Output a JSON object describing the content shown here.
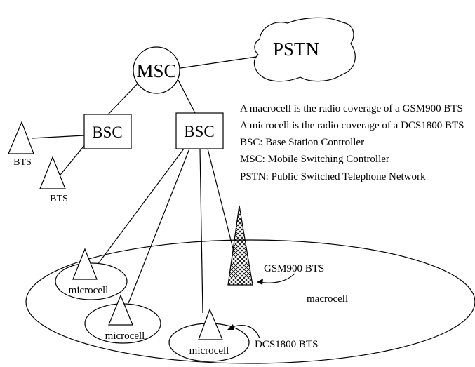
{
  "nodes": {
    "msc": "MSC",
    "pstn": "PSTN",
    "bsc_left": "BSC",
    "bsc_right": "BSC",
    "bts_1": "BTS",
    "bts_2": "BTS",
    "microcell_1": "microcell",
    "microcell_2": "microcell",
    "microcell_3": "microcell",
    "macrocell": "macrocell",
    "gsm900_bts": "GSM900 BTS",
    "dcs1800_bts": "DCS1800 BTS"
  },
  "legend": [
    "A macrocell is the radio coverage of a GSM900 BTS",
    "A microcell is the radio coverage of a DCS1800 BTS",
    "BSC: Base Station Controller",
    "MSC: Mobile Switching Controller",
    "PSTN: Public Switched Telephone Network"
  ]
}
